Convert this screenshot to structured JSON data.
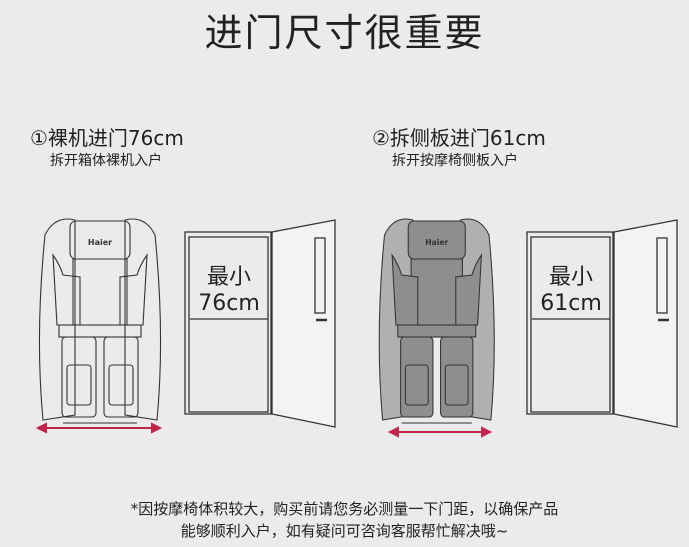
{
  "title": "进门尺寸很重要",
  "left": {
    "heading": "①裸机进门76cm",
    "sub": "拆开箱体裸机入户",
    "door_line1": "最小",
    "door_line2": "76cm",
    "brand": "Haier"
  },
  "right": {
    "heading": "②拆侧板进门61cm",
    "sub": "拆开按摩椅侧板入户",
    "door_line1": "最小",
    "door_line2": "61cm",
    "brand": "Haier"
  },
  "note": {
    "line1": "*因按摩椅体积较大，购买前请您务必测量一下门距，以确保产品",
    "line2": "能够顺利入户，如有疑问可咨询客服帮忙解决哦~"
  },
  "colors": {
    "accent": "#c0264a",
    "chair_fill_right": "#8e8e8e",
    "line": "#333333"
  }
}
